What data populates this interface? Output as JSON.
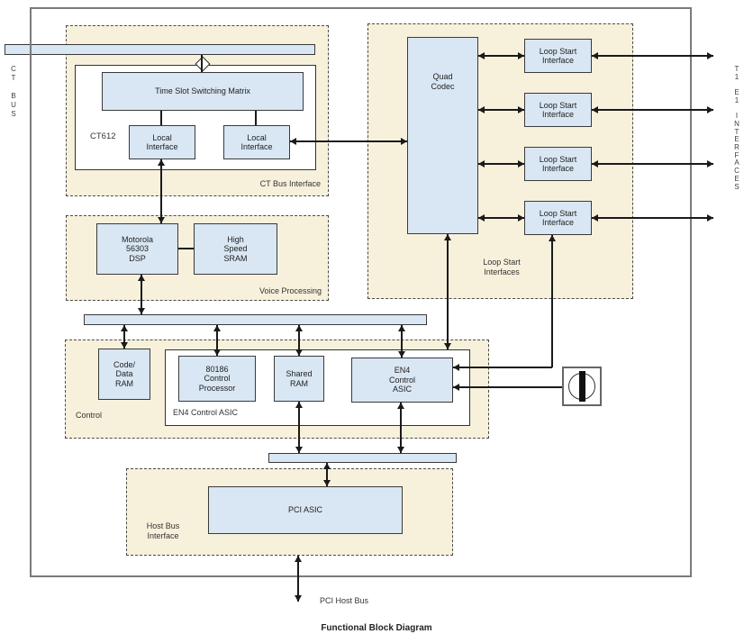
{
  "title": "Functional Block Diagram",
  "colors": {
    "block_fill": "#d9e6f3",
    "block_border": "#3a3a3a",
    "group_fill": "#f7f1dc",
    "group_border": "#4a4a4a",
    "outer_border": "#7a7a7a",
    "connector": "#1a1a1a"
  },
  "left_bus": {
    "label": "C\nT\n\nB\nU\nS"
  },
  "right_interfaces": {
    "label": "T\n1\n\nE\n1\n\nI\nN\nT\nE\nR\nF\nA\nC\nE\nS"
  },
  "ct_bus_interface": {
    "group_label": "CT Bus Interface",
    "chip_label": "CT612",
    "matrix": "Time Slot Switching Matrix",
    "local_interface_left": "Local\nInterface",
    "local_interface_right": "Local\nInterface"
  },
  "voice_processing": {
    "group_label": "Voice Processing",
    "dsp": "Motorola\n56303\nDSP",
    "sram": "High\nSpeed\nSRAM"
  },
  "control": {
    "group_label": "Control",
    "inner_label": "EN4 Control ASIC",
    "code_data_ram": "Code/\nData\nRAM",
    "processor": "80186\nControl\nProcessor",
    "shared_ram": "Shared\nRAM",
    "en4_asic": "EN4\nControl\nASIC"
  },
  "loop_start": {
    "group_label": "Loop Start\nInterfaces",
    "quad_codec": "Quad\nCodec",
    "interfaces": [
      "Loop Start\nInterface",
      "Loop Start\nInterface",
      "Loop Start\nInterface",
      "Loop Start\nInterface"
    ]
  },
  "host_bus": {
    "group_label": "Host Bus\nInterface",
    "pci_asic": "PCI ASIC",
    "external_label": "PCI Host Bus"
  }
}
